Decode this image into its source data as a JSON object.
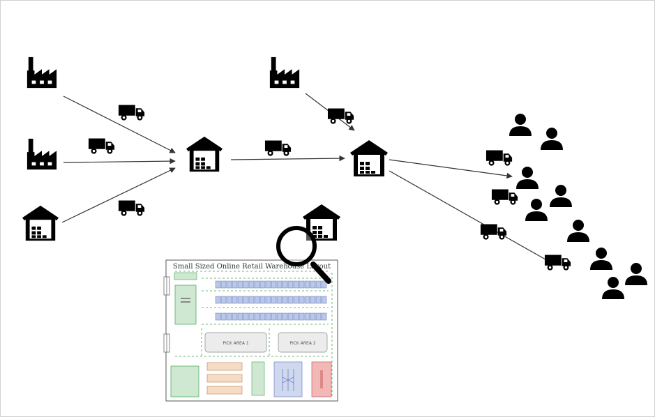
{
  "colors": {
    "icon": "#000000",
    "arrow": "#333333",
    "receiving_zone": "#cfe8d2",
    "shipping_zone": "#cfd8ee",
    "returns_zone": "#f2b8b8",
    "rack": "#b9c7ea",
    "pick_area": "#ececec"
  },
  "floor_plan": {
    "title": "Small Sized Online Retail Warehouse Layout",
    "pick_area_1": "PICK AREA 1",
    "pick_area_2": "PICK AREA 2"
  },
  "nodes": {
    "suppliers": [
      "factory-icon",
      "factory-icon",
      "factory-icon",
      "warehouse-icon"
    ],
    "warehouses": [
      "warehouse-icon",
      "warehouse-icon",
      "warehouse-icon"
    ],
    "trucks": [
      "truck-icon"
    ],
    "customers": [
      "person-icon"
    ]
  }
}
